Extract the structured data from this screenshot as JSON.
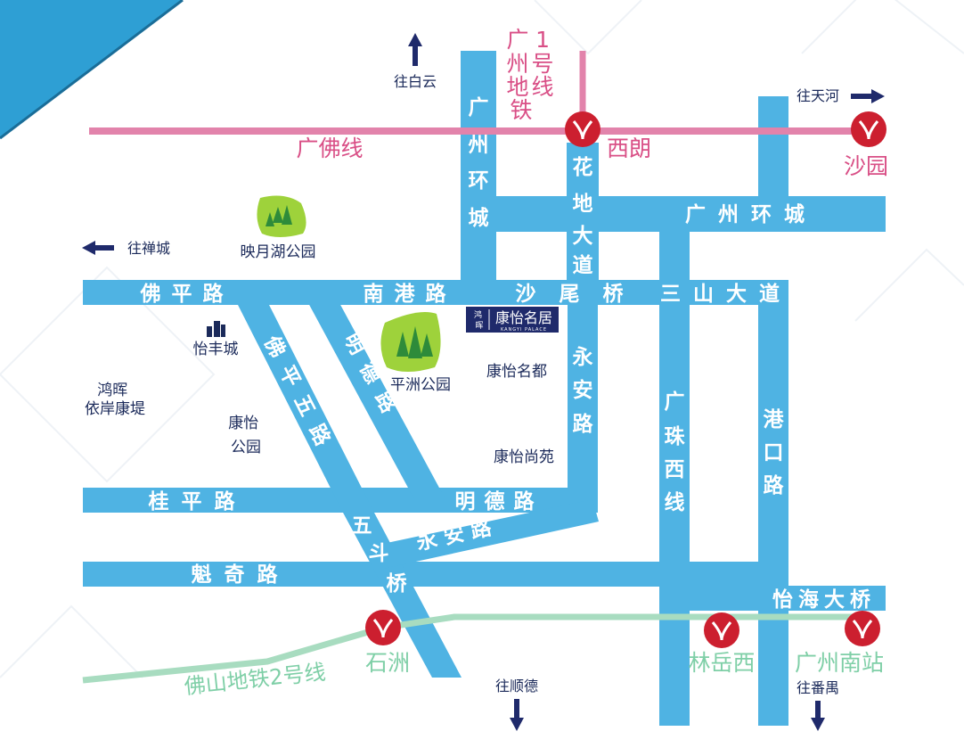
{
  "colors": {
    "road": "#4fb3e3",
    "pink_line": "#e283ab",
    "green_line": "#a8dcc0",
    "station": "#cc1f2f",
    "text_dark": "#1b2a5a",
    "corner": "#2e9fd4"
  },
  "roads": {
    "guangzhou_huancheng_v": "广州环城",
    "huadi": "花地大道",
    "guangzhou_huancheng_h": "广州环城",
    "foping": "佛平路",
    "nangang": "南港路",
    "shaweiqiao": "沙尾桥",
    "sanshan": "三山大道",
    "yongan": "永安路",
    "guangzhu": "广珠西线",
    "gangkou": "港口路",
    "fopingwu": "佛平五路",
    "mingde_diag": "明德路",
    "guiping": "桂平路",
    "mingde_h": "明德路",
    "wudou": "五斗桥",
    "yongan_diag": "永安路",
    "kuiqi": "魁奇路",
    "yihai": "怡海大桥"
  },
  "lines": {
    "metro1": "广州1号地铁线",
    "metro1_lines": [
      "广",
      "州",
      "1",
      "号",
      "地",
      "线",
      "铁"
    ],
    "guangfo": "广佛线",
    "foshan2": "佛山地铁2号线"
  },
  "stations": {
    "xilang": "西朗",
    "shayuan": "沙园",
    "shizhou": "石洲",
    "linyuexi": "林岳西",
    "guangzhou_nan": "广州南站"
  },
  "places": {
    "yingyuehu": "映月湖公园",
    "pingzhou": "平洲公园",
    "yifengcheng": "怡丰城",
    "honghui": [
      "鸿晖",
      "依岸康堤"
    ],
    "kangyi_park": [
      "康怡",
      "公园"
    ],
    "kangyi_mingdu": "康怡名都",
    "kangyi_shangyuan": "康怡尚苑"
  },
  "directions": {
    "baiyun": "往白云",
    "tianhe": "往天河",
    "chancheng": "往禅城",
    "shunde": "往顺德",
    "panyu": "往番禺"
  },
  "project": {
    "brand": [
      "鸿",
      "晖"
    ],
    "name": "康怡名居",
    "sub": "KANGYI PALACE"
  }
}
